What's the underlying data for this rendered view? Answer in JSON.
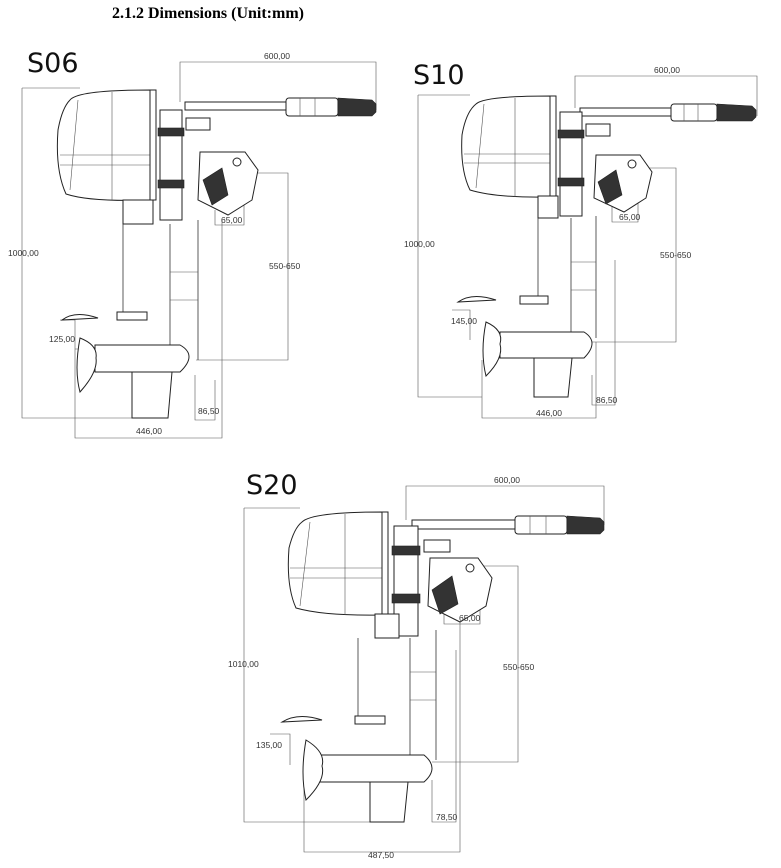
{
  "heading": "2.1.2 Dimensions (Unit:mm)",
  "models": [
    {
      "name": "S06",
      "dims": {
        "tiller_length": "600,00",
        "total_height": "1000,00",
        "shaft_depth": "550-650",
        "bracket_width": "65,00",
        "fin_depth": "125,00",
        "transom_offset": "86,50",
        "overall_length": "446,00"
      }
    },
    {
      "name": "S10",
      "dims": {
        "tiller_length": "600,00",
        "total_height": "1000,00",
        "shaft_depth": "550-650",
        "bracket_width": "65,00",
        "fin_depth": "145,00",
        "transom_offset": "86,50",
        "overall_length": "446,00"
      }
    },
    {
      "name": "S20",
      "dims": {
        "tiller_length": "600,00",
        "total_height": "1010,00",
        "shaft_depth": "550-650",
        "bracket_width": "65,00",
        "fin_depth": "135,00",
        "transom_offset": "78,50",
        "overall_length": "487,50"
      }
    }
  ]
}
